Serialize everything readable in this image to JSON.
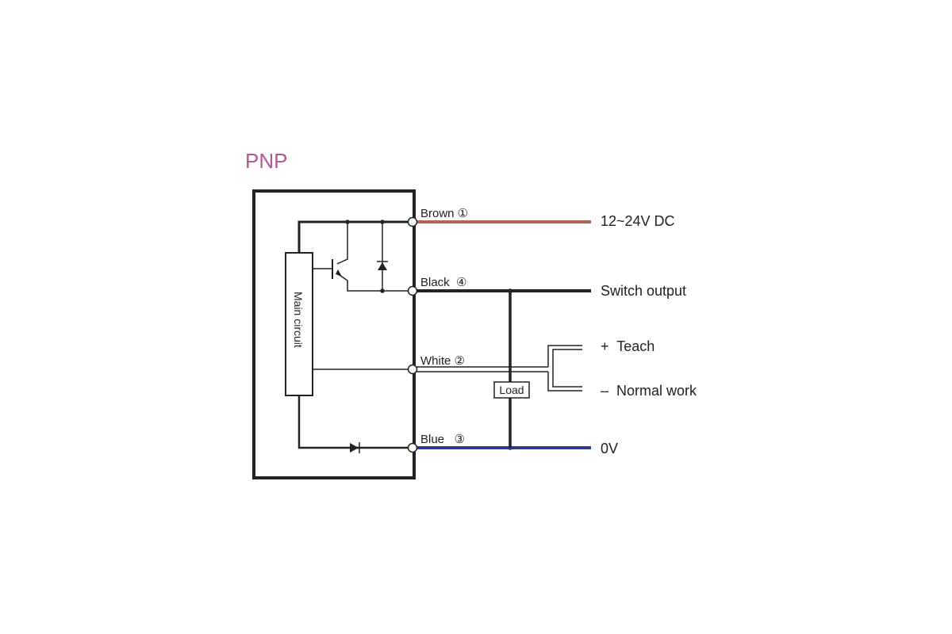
{
  "diagram": {
    "title": "PNP",
    "main_circuit_label": "Main circuit",
    "load_label": "Load",
    "wires": [
      {
        "key": "brown",
        "label": "Brown ①",
        "terminal": "12~24V DC",
        "color": "#b0674f"
      },
      {
        "key": "black",
        "label": "Black  ④",
        "terminal": "Switch output",
        "color": "#222222"
      },
      {
        "key": "white",
        "label": "White ②",
        "terminal": "",
        "color": "#222222"
      },
      {
        "key": "blue",
        "label": "Blue   ③",
        "terminal": "0V",
        "color": "#2e3a8c"
      }
    ],
    "teach": {
      "plus_label": "+  Teach",
      "minus_label": "–  Normal work"
    },
    "colors": {
      "title": "#b8559a",
      "line": "#222222",
      "brown_wire": "#b0674f",
      "blue_wire": "#2e3a8c"
    }
  }
}
